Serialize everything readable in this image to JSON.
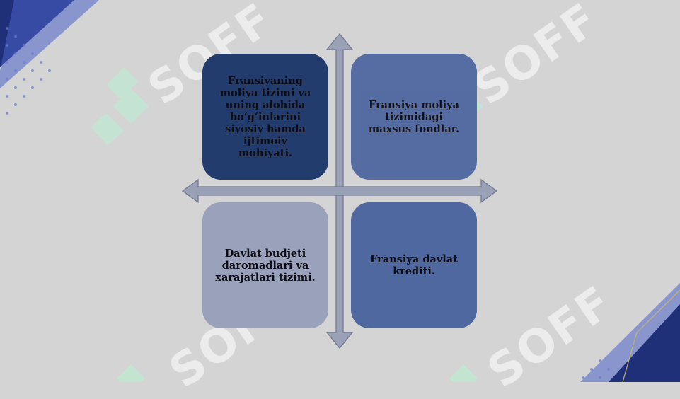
{
  "quadrants": [
    {
      "text": "Fransiyaning moliya tizimi va uning alohida bo‘g‘inlarini siyosiy hamda ijtimoiy mohiyati."
    },
    {
      "text": "Fransiya moliya tizimidagi maxsus fondlar."
    },
    {
      "text": "Davlat budjeti daromadlari va xarajatlari tizimi."
    },
    {
      "text": "Fransiya davlat krediti."
    }
  ],
  "watermark": {
    "text": "SOFF"
  },
  "colors": {
    "q1": "#233c6e",
    "q2": "#5068a0",
    "q3": "#9aa2bb",
    "q4": "#5068a0",
    "arrows": "#9aa0b6"
  }
}
